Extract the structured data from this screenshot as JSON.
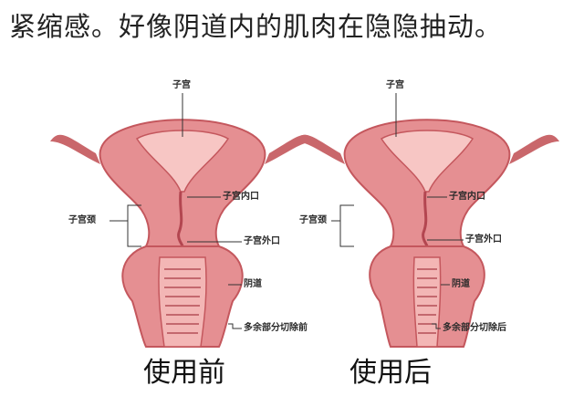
{
  "headline": "紧缩感。好像阴道内的肌肉在隐隐抽动。",
  "colors": {
    "tissue": "#e58f92",
    "tissue_dark": "#c4575d",
    "canal": "#f3b6b5",
    "rugae": "#a73a44",
    "leader_line": "#333333"
  },
  "panels": [
    {
      "caption": "使用前",
      "labels": {
        "uterus": "子宫",
        "internal_os": "子宫内口",
        "cervix": "子宫颈",
        "external_os": "子宫外口",
        "vagina": "阴道",
        "excess": "多余部分切除前"
      }
    },
    {
      "caption": "使用后",
      "labels": {
        "uterus": "子宫",
        "internal_os": "子宫内口",
        "cervix": "子宫颈",
        "external_os": "子宫外口",
        "vagina": "阴道",
        "excess": "多余部分切除后"
      }
    }
  ]
}
